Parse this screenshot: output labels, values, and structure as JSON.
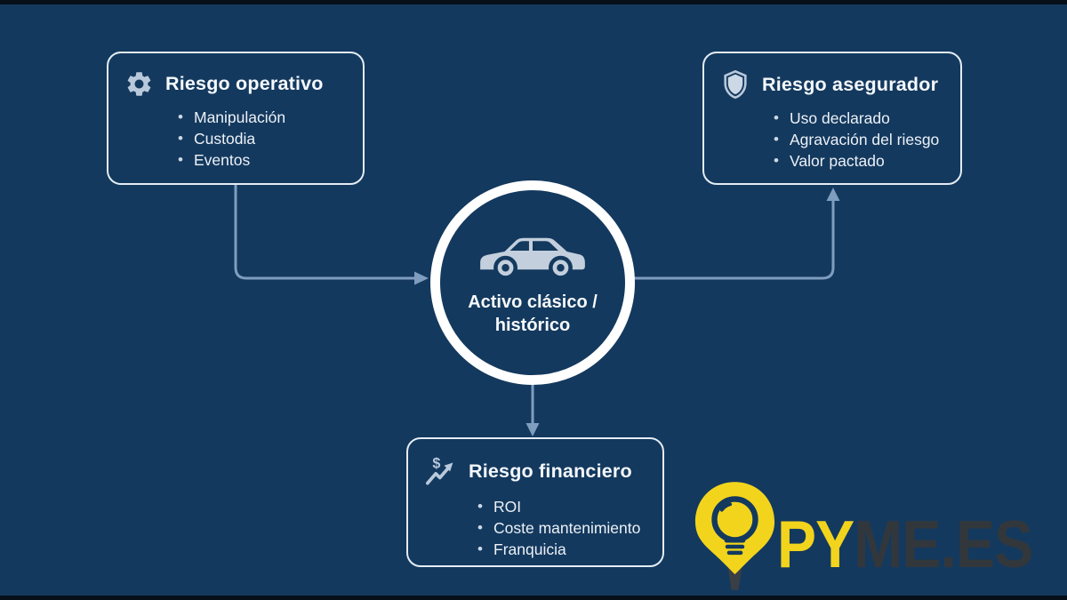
{
  "colors": {
    "background": "#14395e",
    "box_border": "#e4edf5",
    "text": "#f4f8fc",
    "connector": "#7f9dbf",
    "icon": "#b9c9dc",
    "car": "#c3cfdd",
    "logo_yellow": "#f2d41d",
    "logo_dark": "#32373c"
  },
  "center_node": {
    "label": "Activo clásico / histórico"
  },
  "nodes": {
    "operativo": {
      "title": "Riesgo operativo",
      "items": [
        "Manipulación",
        "Custodia",
        "Eventos"
      ]
    },
    "asegurador": {
      "title": "Riesgo asegurador",
      "items": [
        "Uso declarado",
        "Agravación del riesgo",
        "Valor pactado"
      ]
    },
    "financiero": {
      "title": "Riesgo financiero",
      "items": [
        "ROI",
        "Coste mantenimiento",
        "Franquicia"
      ]
    }
  },
  "icons": {
    "financiero_glyph": "$"
  },
  "logo": {
    "text_primary": "PY",
    "text_secondary": "ME.ES"
  }
}
